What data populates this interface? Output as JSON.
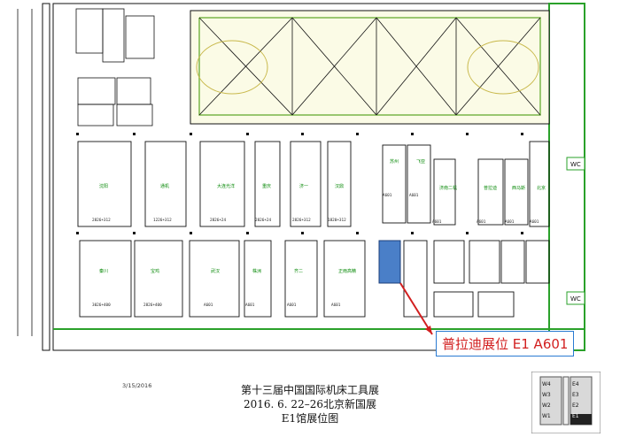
{
  "map": {
    "title": "第十三届中国国际机床工具展",
    "dates": "2016. 6. 22–26北京新国展",
    "subtitle": "E1馆展位图",
    "date_stamp": "3/15/2016",
    "callout": "普拉迪展位 E1 A601",
    "highlight_color": "#4a7fc8",
    "callout_color": "#d21f1f",
    "booth_color": "#0a8a0a",
    "wc_labels": [
      "WC",
      "WC"
    ],
    "key": {
      "gates": [
        "W4",
        "E4",
        "W3",
        "E3",
        "W2",
        "E2",
        "W1",
        "E1"
      ],
      "current": "E1"
    },
    "booths": [
      {
        "id": "b1",
        "label": "沈阳",
        "num": "2826+312"
      },
      {
        "id": "b2",
        "label": "通机",
        "num": "1226+312"
      },
      {
        "id": "b3",
        "label": "大连光洋",
        "num": "2826+24"
      },
      {
        "id": "b4",
        "label": "重庆",
        "num": "2826+24"
      },
      {
        "id": "b5",
        "label": "济一",
        "num": "2826+312"
      },
      {
        "id": "b6",
        "label": "汉鼎",
        "num": "1820+312"
      },
      {
        "id": "b7",
        "label": "秦川",
        "num": "3026+400"
      },
      {
        "id": "b8",
        "label": "宝鸡",
        "num": "2826+400"
      },
      {
        "id": "b9",
        "label": "武汉",
        "num": "A601"
      },
      {
        "id": "b10",
        "label": "株洲",
        "num": "A601"
      },
      {
        "id": "b11",
        "label": "齐二",
        "num": "A601"
      },
      {
        "id": "b12",
        "label": "正雨高精",
        "num": "A601"
      },
      {
        "id": "b13",
        "label": "苏州",
        "num": "A601"
      },
      {
        "id": "b14",
        "label": "飞亚",
        "num": "A601"
      },
      {
        "id": "b15",
        "label": "济南二机",
        "num": "A601"
      },
      {
        "id": "b16",
        "label": "普拉迪",
        "num": "A601"
      },
      {
        "id": "b17",
        "label": "西马斯",
        "num": "A601"
      },
      {
        "id": "b18",
        "label": "北京",
        "num": "A601"
      }
    ]
  }
}
